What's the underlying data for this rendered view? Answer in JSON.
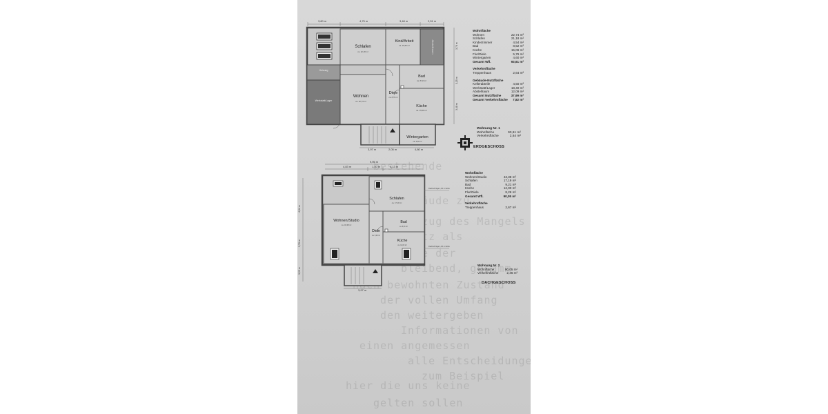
{
  "ground_floor": {
    "caption": "ERDGESCHOSS",
    "dims_top": [
      "3,80 m",
      "4,75 m",
      "3,48 m",
      "2,51 m"
    ],
    "dims_bottom": [
      "3,97 m",
      "2,05 m",
      "4,80 m"
    ],
    "dims_side": [
      "3,78 m",
      "3,25 m",
      "3,48 m"
    ],
    "rooms": [
      {
        "name": "Schlafen",
        "area": "ca. 22,18 m²"
      },
      {
        "name": "Kind/Arbeit",
        "area": "ca. 15,50 m²"
      },
      {
        "name": "Abstellraum",
        "area": ""
      },
      {
        "name": "Wohnen",
        "area": "ca. 22,74 m²"
      },
      {
        "name": "Diele",
        "area": "ca. 8,76 m²"
      },
      {
        "name": "Bad",
        "area": "ca. 8,52 m²"
      },
      {
        "name": "Küche",
        "area": "ca. 15,06 m²"
      },
      {
        "name": "Wintergarten",
        "area": "ca. 4,60 m²"
      },
      {
        "name": "Heizung",
        "area": ""
      },
      {
        "name": "Werkstatt/Lager",
        "area": ""
      }
    ],
    "wohnflaeche": {
      "title": "Wohnfläche",
      "rows": [
        {
          "label": "Wohnen",
          "value": "22,74 m²"
        },
        {
          "label": "Schlafen",
          "value": "21,18 m²"
        },
        {
          "label": "Kinderzimmer",
          "value": "4,54 m²"
        },
        {
          "label": "Bad",
          "value": "8,52 m²"
        },
        {
          "label": "Küche",
          "value": "15,06 m²"
        },
        {
          "label": "Flur/Diele",
          "value": "5,76 m²"
        },
        {
          "label": "Wintergarten",
          "value": "4,60 m²"
        }
      ],
      "total_label": "Gesamt Wfl.",
      "total_value": "93,61 m²"
    },
    "verkehrsflaeche": {
      "title": "Verkehrsfläche",
      "label": "Treppenhaus",
      "value": "2,64 m²"
    },
    "nutzflaeche": {
      "title": "Gebäude-Nutzfläche",
      "rows": [
        {
          "label": "Kellerabteile",
          "value": "4,50 m²"
        },
        {
          "label": "Werkstatt/Lager",
          "value": "18,40 m²"
        },
        {
          "label": "Abstellraum",
          "value": "12,09 m²"
        }
      ],
      "total1_label": "Gesamt Nutzfläche",
      "total1_value": "37,99 m²",
      "total2_label": "Gesamt Verkehrsfläche",
      "total2_value": "7,82 m²"
    },
    "summary": {
      "title": "Wohnung Nr. 1",
      "rows": [
        {
          "label": "Wohnfläche",
          "value": "93,61 m²"
        },
        {
          "label": "Verkehrsfläche",
          "value": "2,64 m²"
        }
      ]
    }
  },
  "attic_floor": {
    "caption": "DACHGESCHOSS",
    "dims_top": [
      "9,95 m"
    ],
    "dims_top2": [
      "4,83 m",
      "1,40 m",
      "4,13 m"
    ],
    "dims_side": [
      "4,84 m",
      "3,78 m",
      "3,99 m"
    ],
    "dims_bottom": [
      "3,97 m"
    ],
    "rooms": [
      {
        "name": "Schlafen",
        "area": "ca. 17,19 m²"
      },
      {
        "name": "Wohnen/Studio",
        "area": "ca. 43,38 m²"
      },
      {
        "name": "Diele",
        "area": "ca. 8,26 m²"
      },
      {
        "name": "Bad",
        "area": "ca. 9,21 m²"
      },
      {
        "name": "Küche",
        "area": "ca. 12,00 m²"
      }
    ],
    "notes": [
      "Dachschräge 1,00 m Höhe",
      "Dachschräge 1,00 m Höhe"
    ],
    "wohnflaeche": {
      "title": "Wohnfläche",
      "rows": [
        {
          "label": "Wohnen/Studio",
          "value": "43,38 m²"
        },
        {
          "label": "Schlafen",
          "value": "17,19 m²"
        },
        {
          "label": "Bad",
          "value": "9,21 m²"
        },
        {
          "label": "Küche",
          "value": "12,00 m²"
        },
        {
          "label": "Flur/Diele",
          "value": "8,26 m²"
        }
      ],
      "total_label": "Gesamt Wfl.",
      "total_value": "90,05 m²"
    },
    "verkehrsflaeche": {
      "title": "Verkehrsfläche",
      "label": "Treppenhaus",
      "value": "2,67 m²"
    },
    "summary": {
      "title": "Wohnung Nr. 2",
      "rows": [
        {
          "label": "Wohnfläche",
          "value": "90,05 m²"
        },
        {
          "label": "Verkehrsfläche",
          "value": "2,46 m²"
        }
      ]
    }
  },
  "bleed_through_text": [
    "bestehende",
    "Gebäude zu",
    "Der Bezug des Mangels",
    "Schutz als",
    "die der",
    "bleibend, gesamm",
    "nach bewohnten Zustand",
    "der vollen Umfang",
    "den weitergeben",
    "Informationen von",
    "einen angemessen",
    "alle Entscheidungen",
    "zum Beispiel",
    "hier die uns keine",
    "gelten sollen"
  ]
}
